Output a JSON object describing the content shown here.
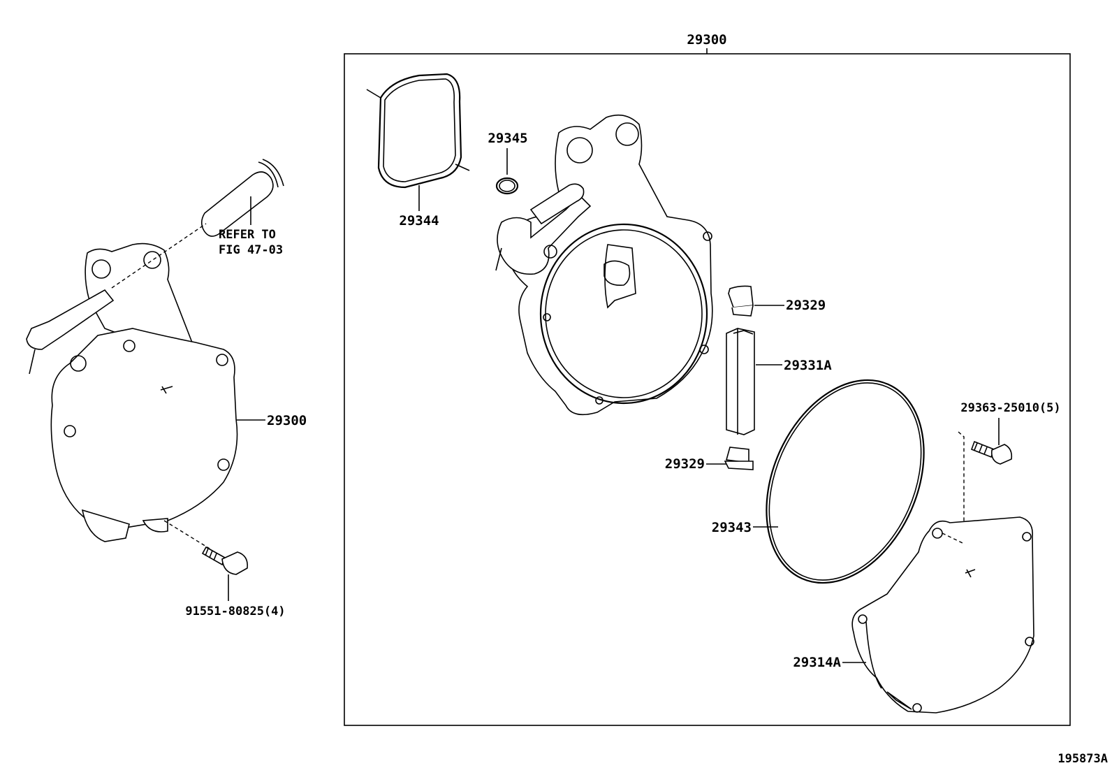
{
  "assembly": {
    "box_label": "29300",
    "left_assembly_label": "29300"
  },
  "callouts": {
    "hose_ref_line1": "REFER TO",
    "hose_ref_line2": "FIG 47-03",
    "bolt_left": "91551-80825(4)",
    "gasket": "29344",
    "o_ring_small": "29345",
    "rotor_vane_top": "29329",
    "vane": "29331A",
    "rotor_vane_bottom": "29329",
    "o_ring_large": "29343",
    "screw_right": "29363-25010(5)",
    "cover": "29314A"
  },
  "figure_id": "195873A"
}
